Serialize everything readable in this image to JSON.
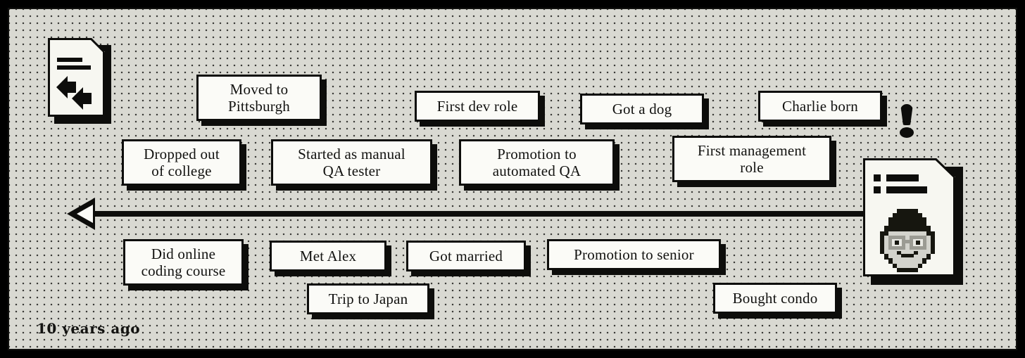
{
  "board": {
    "background_color": "#d9d9d2",
    "ink_color": "#0d0d0b",
    "card_fill": "#fbfbf7",
    "year_label": "10 years ago"
  },
  "timeline": {
    "direction": "left",
    "arrow_icon": "triangle-left-outline-icon",
    "line_color": "#0d0d0b"
  },
  "icons": {
    "start_document": "document-arrows-icon",
    "end_document": "document-profile-icon",
    "alert": "exclamation-mark-icon"
  },
  "events": {
    "top_row": [
      {
        "id": "moved-to-pittsburgh",
        "label": "Moved to\nPittsburgh"
      },
      {
        "id": "first-dev-role",
        "label": "First dev role"
      },
      {
        "id": "got-a-dog",
        "label": "Got a dog"
      },
      {
        "id": "charlie-born",
        "label": "Charlie born"
      }
    ],
    "upper_row": [
      {
        "id": "dropped-out-of-college",
        "label": "Dropped out\nof college"
      },
      {
        "id": "started-as-manual-qa-tester",
        "label": "Started as manual\nQA tester"
      },
      {
        "id": "promotion-to-automated-qa",
        "label": "Promotion to\nautomated QA"
      },
      {
        "id": "first-management-role",
        "label": "First management\nrole"
      }
    ],
    "lower_row": [
      {
        "id": "did-online-coding-course",
        "label": "Did online\ncoding course"
      },
      {
        "id": "met-alex",
        "label": "Met Alex"
      },
      {
        "id": "got-married",
        "label": "Got married"
      },
      {
        "id": "promotion-to-senior",
        "label": "Promotion to senior"
      }
    ],
    "bottom_row": [
      {
        "id": "trip-to-japan",
        "label": "Trip to Japan"
      },
      {
        "id": "bought-condo",
        "label": "Bought condo"
      }
    ]
  }
}
